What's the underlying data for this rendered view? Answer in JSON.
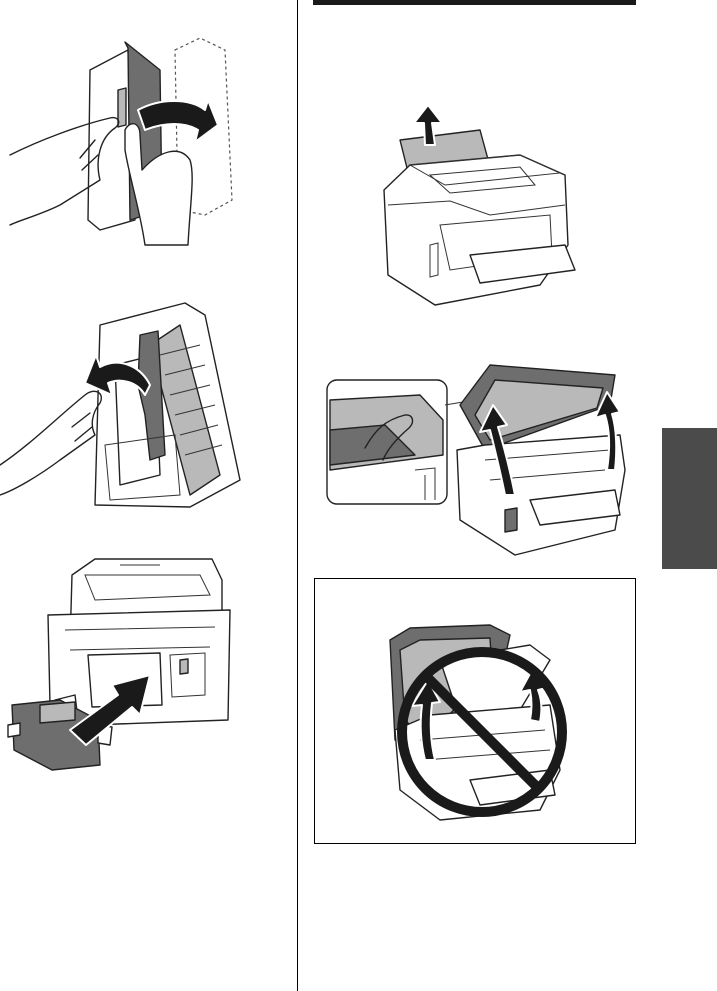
{
  "page": {
    "accent_color": "#4b4b4b",
    "rule_color": "#1a1a1a"
  },
  "illustrations": [
    {
      "name": "open-rear-cover",
      "icon": "hand-opening-cover-illustration"
    },
    {
      "name": "remove-jammed-paper-from-cover",
      "icon": "hand-removing-paper-illustration"
    },
    {
      "name": "reattach-rear-cover",
      "icon": "insert-cover-into-printer-illustration"
    },
    {
      "name": "remove-paper-from-rear-feed",
      "icon": "paper-pulled-out-illustration"
    },
    {
      "name": "open-scanner-unit",
      "icon": "lift-scanner-unit-illustration"
    },
    {
      "name": "do-not-open-with-adf-open",
      "icon": "prohibited-action-illustration"
    }
  ]
}
